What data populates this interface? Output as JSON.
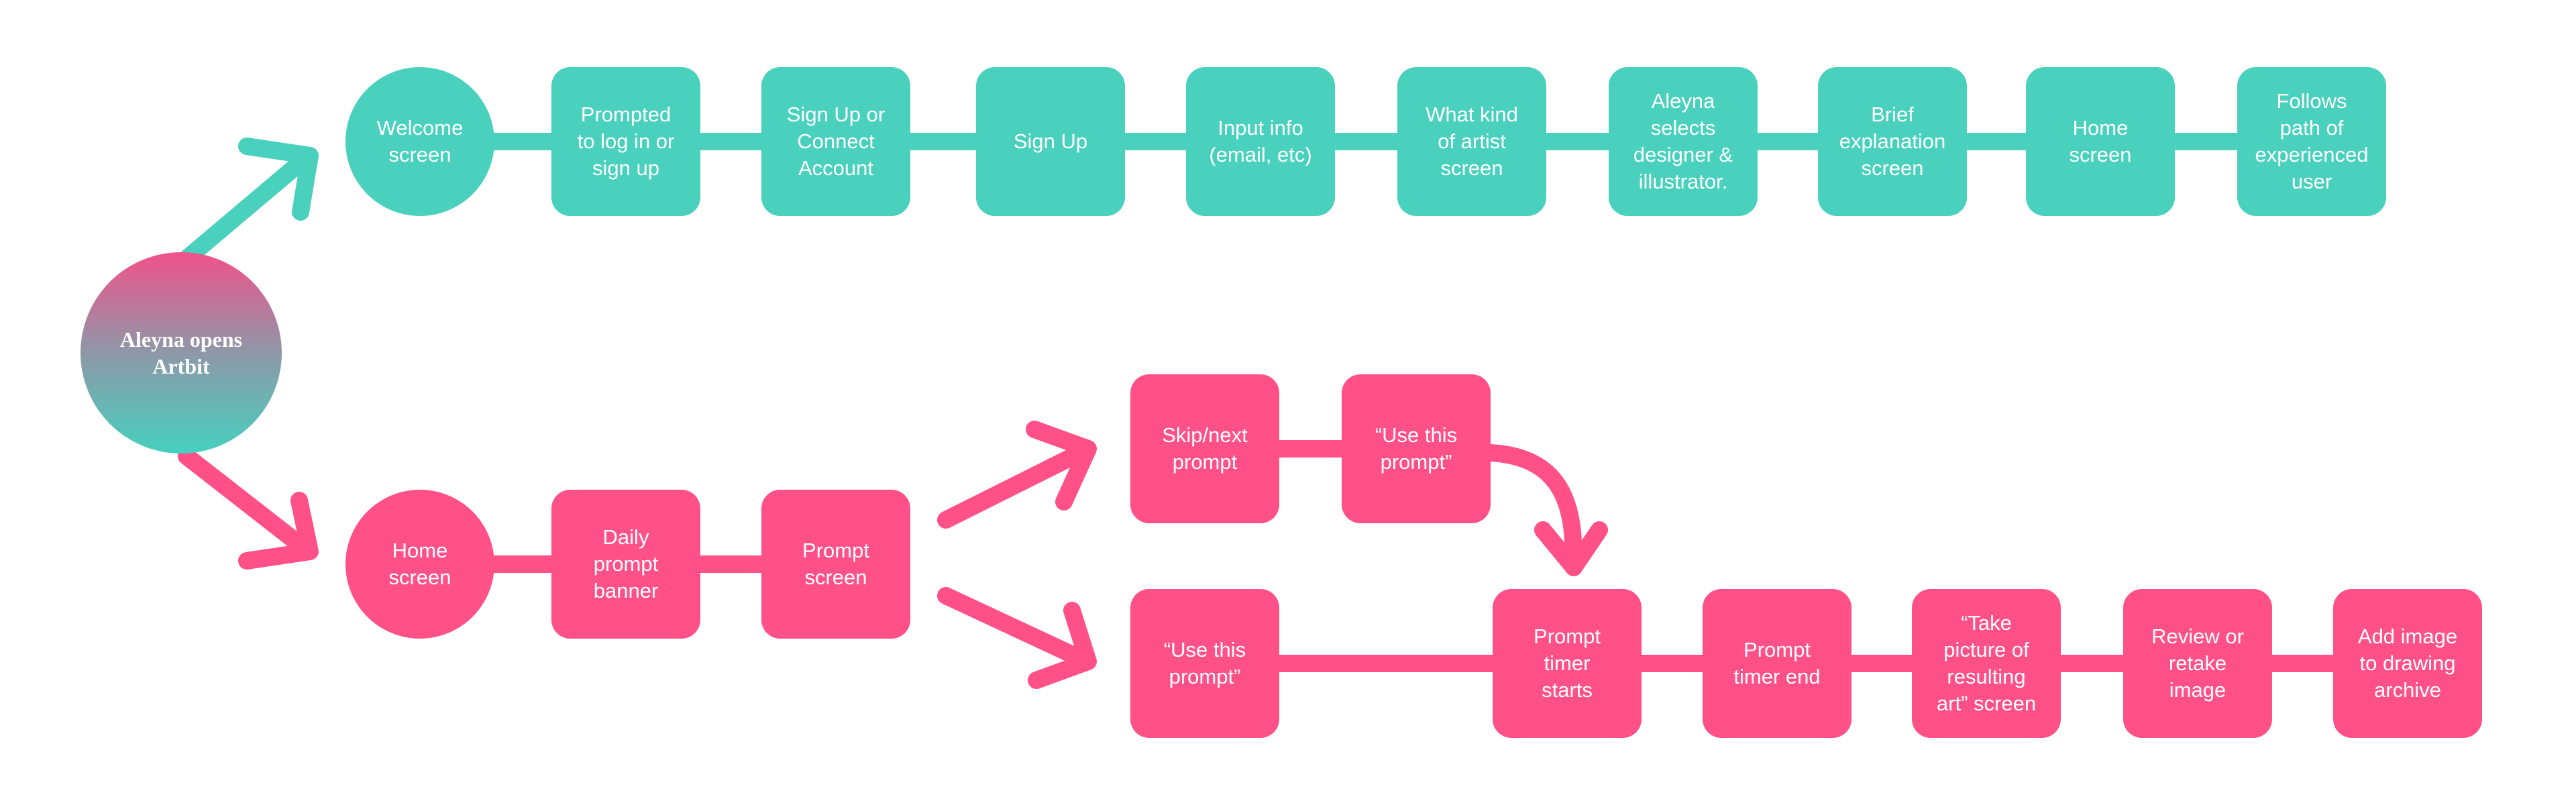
{
  "colors": {
    "teal": "#4AD1BE",
    "pink": "#FF5187",
    "background": "#FFFFFF"
  },
  "start": {
    "label": "Aleyna opens\nArtbit"
  },
  "top_path": [
    {
      "label": "Welcome\nscreen",
      "shape": "circle"
    },
    {
      "label": "Prompted\nto log in or\nsign up",
      "shape": "box"
    },
    {
      "label": "Sign Up or\nConnect\nAccount",
      "shape": "box"
    },
    {
      "label": "Sign Up",
      "shape": "box"
    },
    {
      "label": "Input info\n(email, etc)",
      "shape": "box"
    },
    {
      "label": "What kind\nof artist\nscreen",
      "shape": "box"
    },
    {
      "label": "Aleyna\nselects\ndesigner &\nillustrator.",
      "shape": "box"
    },
    {
      "label": "Brief\nexplanation\nscreen",
      "shape": "box"
    },
    {
      "label": "Home\nscreen",
      "shape": "box"
    },
    {
      "label": "Follows\npath of\nexperienced\nuser",
      "shape": "box"
    }
  ],
  "bottom_path": [
    {
      "label": "Home\nscreen",
      "shape": "circle"
    },
    {
      "label": "Daily\nprompt\nbanner",
      "shape": "box"
    },
    {
      "label": "Prompt\nscreen",
      "shape": "box"
    }
  ],
  "branch_upper": [
    {
      "label": "Skip/next\nprompt",
      "shape": "box"
    },
    {
      "label": "“Use this\nprompt”",
      "shape": "box"
    }
  ],
  "branch_lower": [
    {
      "label": "“Use this\nprompt”",
      "shape": "box"
    },
    {
      "label": "Prompt\ntimer\nstarts",
      "shape": "box"
    },
    {
      "label": "Prompt\ntimer end",
      "shape": "box"
    },
    {
      "label": "“Take\npicture of\nresulting\nart” screen",
      "shape": "box"
    },
    {
      "label": "Review or\nretake\nimage",
      "shape": "box"
    },
    {
      "label": "Add image\nto drawing\narchive",
      "shape": "box"
    }
  ]
}
